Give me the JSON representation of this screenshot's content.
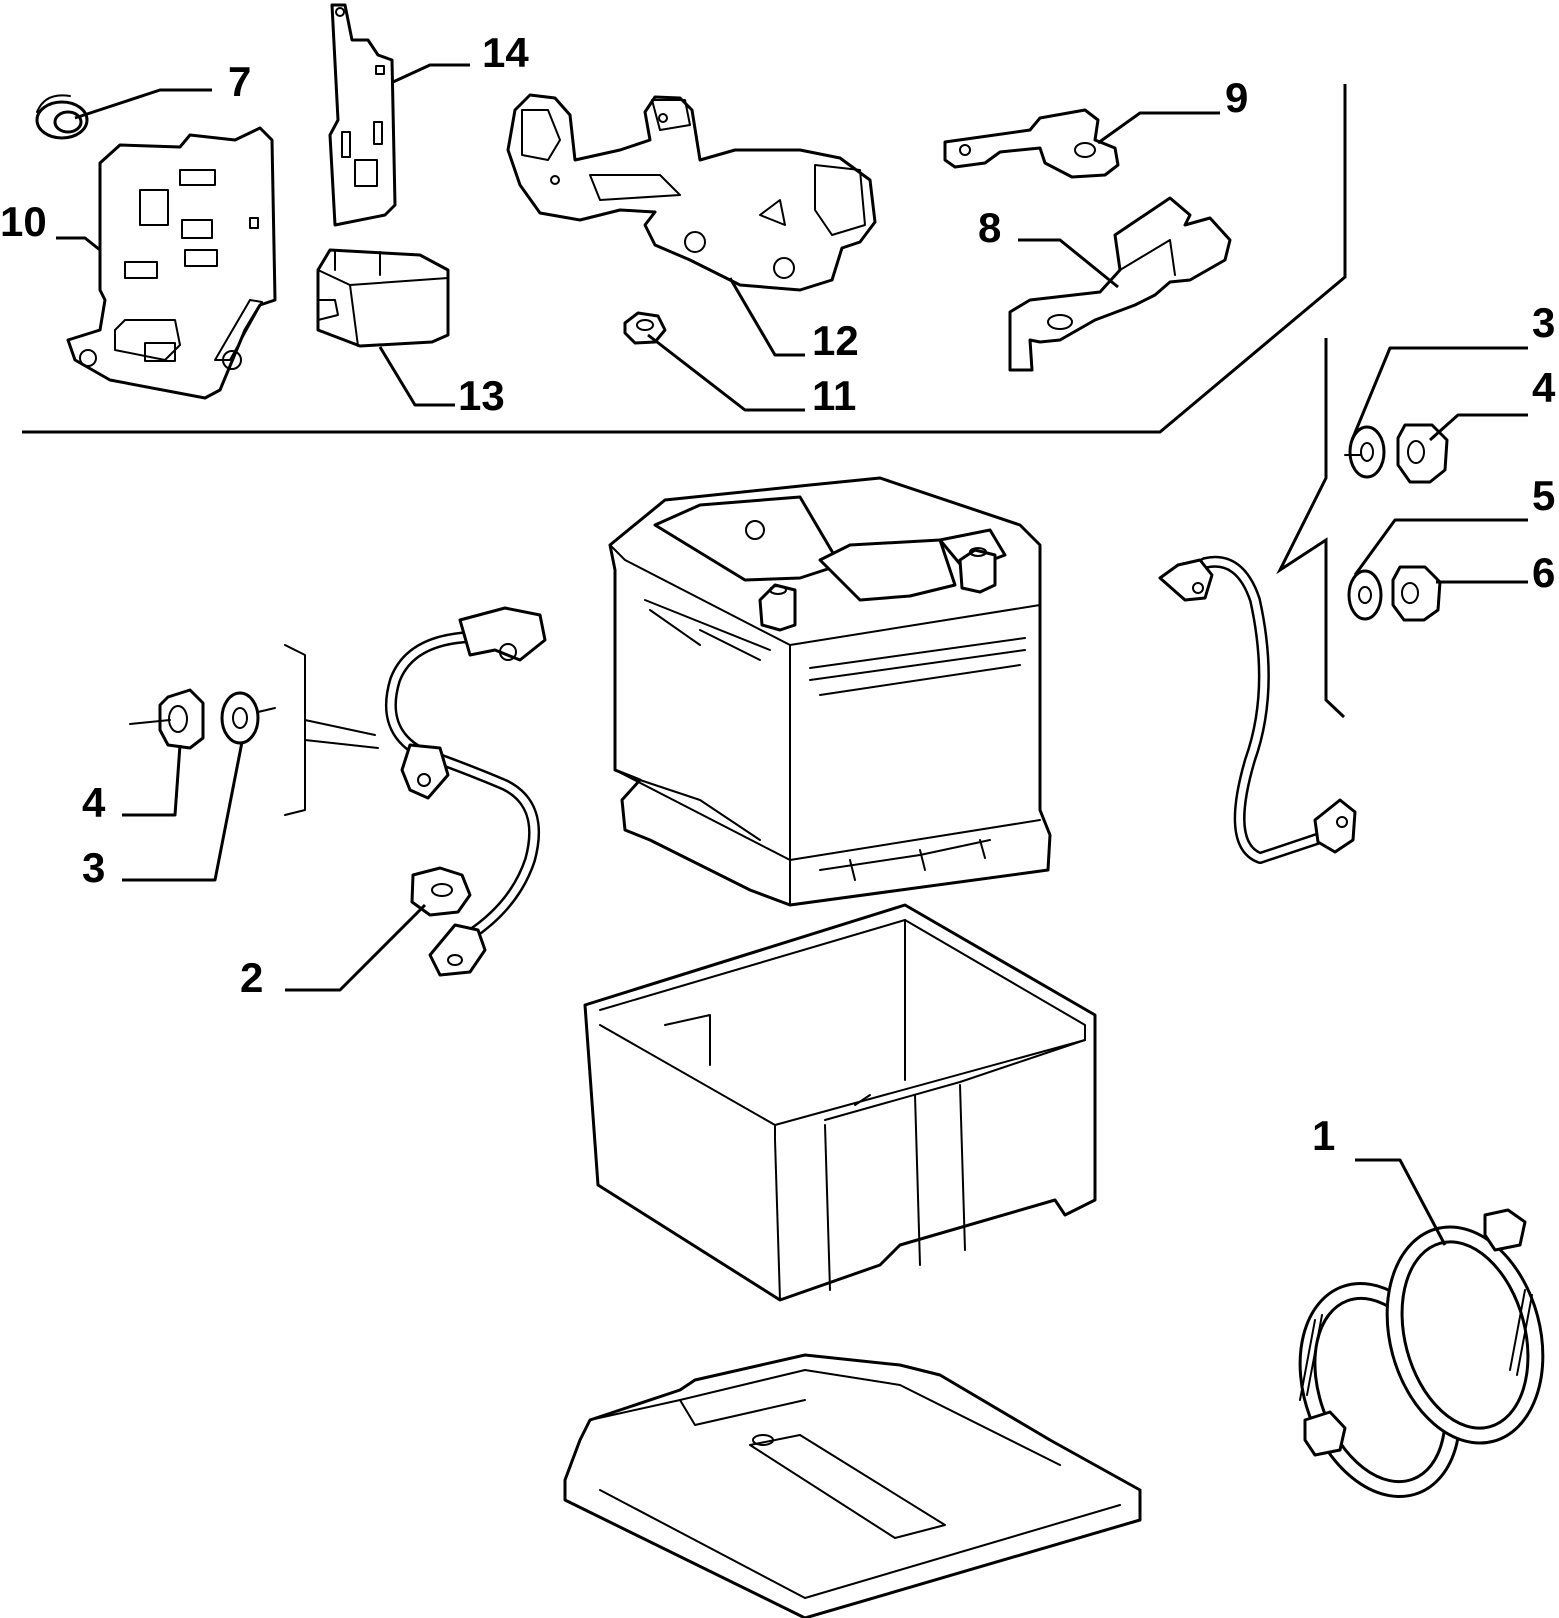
{
  "callouts": {
    "c1": "1",
    "c2": "2",
    "c3_left": "3",
    "c3_right": "3",
    "c4_left": "4",
    "c4_right": "4",
    "c5": "5",
    "c6": "6",
    "c7": "7",
    "c8": "8",
    "c9": "9",
    "c10": "10",
    "c11": "11",
    "c12": "12",
    "c13": "13",
    "c14": "14"
  },
  "colors": {
    "line": "#000000",
    "background": "#ffffff"
  }
}
